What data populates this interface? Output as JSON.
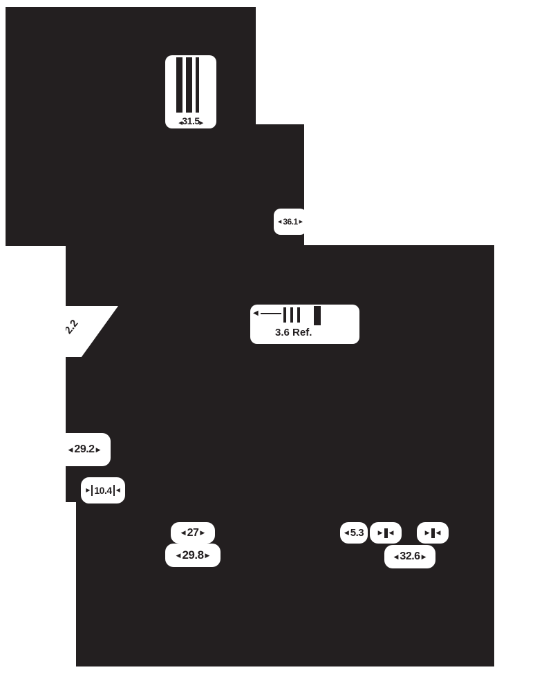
{
  "colors": {
    "ink": "#231f20",
    "paper": "#ffffff"
  },
  "icons": {
    "arrow_left": "◀",
    "arrow_right": "▶"
  },
  "dimensions": {
    "d31_5": {
      "label": "31.5"
    },
    "d36_1": {
      "label": "36.1"
    },
    "d2_2": {
      "label": "2.2"
    },
    "d3_6": {
      "label": "3.6 Ref."
    },
    "d29_2": {
      "label": "29.2"
    },
    "d10_4": {
      "label": "10.4"
    },
    "d27": {
      "label": "27"
    },
    "d29_8": {
      "label": "29.8"
    },
    "d5_3": {
      "label": "5.3"
    },
    "d32_6": {
      "label": "32.6"
    }
  }
}
